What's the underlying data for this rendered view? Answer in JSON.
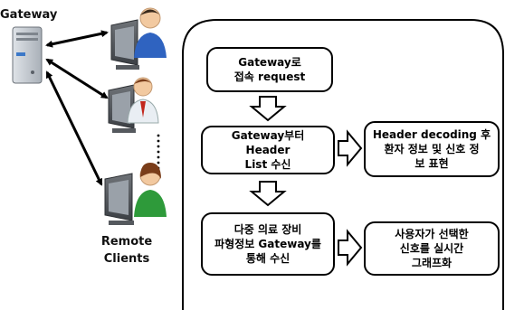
{
  "gateway_label": "Gateway",
  "clients_label": "Remote\nClients",
  "steps": {
    "request": "Gateway로\n접속 request",
    "header_list": "Gateway부터 Header\nList 수신",
    "header_decode": "Header decoding 후\n환자 정보 및 신호 정\n보 표현",
    "waveform": "다중 의료 장비\n파형정보 Gateway를\n통해 수신",
    "graph": "사용자가 선택한\n신호를 실시간\n그래프화"
  }
}
